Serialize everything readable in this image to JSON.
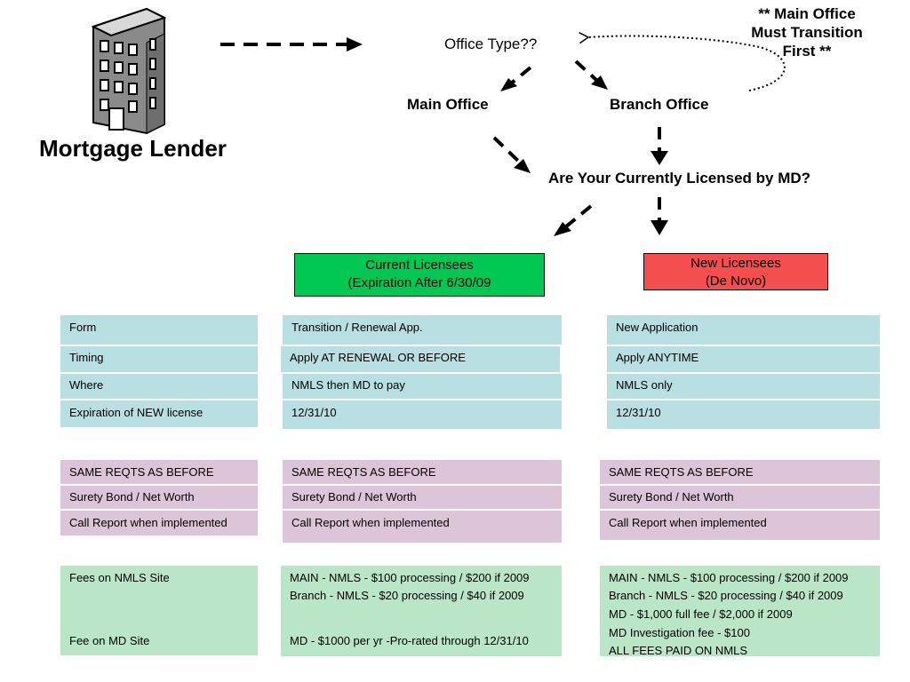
{
  "header": {
    "lender_label": "Mortgage Lender",
    "question_office_type": "Office Type??",
    "main_office": "Main Office",
    "branch_office": "Branch Office",
    "note": [
      "** Main Office",
      "Must Transition",
      "First **"
    ],
    "question_licensed": "Are Your Currently Licensed by MD?",
    "current_licensees": [
      "Current Licensees",
      "(Expiration After 6/30/09"
    ],
    "new_licensees": [
      "New Licensees",
      "(De Novo)"
    ]
  },
  "colors": {
    "current_box": "#00c853",
    "new_box": "#f44e4e",
    "blue_rows": "#b8dfe1",
    "pink_rows": "#dcc5d8",
    "green_rows": "#b9e6c6"
  },
  "icons": [
    "building-icon"
  ],
  "table_blue": {
    "labels": [
      "Form",
      "Timing",
      "Where",
      "Expiration of NEW license"
    ],
    "current": [
      "Transition / Renewal App.",
      "Apply AT RENEWAL OR BEFORE",
      "NMLS then MD to pay",
      "12/31/10"
    ],
    "new": [
      "New Application",
      "Apply ANYTIME",
      "NMLS only",
      "12/31/10"
    ]
  },
  "table_pink": {
    "labels": [
      "SAME REQTS AS BEFORE",
      "Surety Bond  / Net Worth",
      "Call Report when implemented"
    ],
    "current": [
      "SAME REQTS AS BEFORE",
      "Surety Bond  / Net Worth",
      "Call Report when implemented"
    ],
    "new": [
      "SAME REQTS AS BEFORE",
      "Surety Bond  / Net Worth",
      "Call Report when implemented"
    ]
  },
  "table_green": {
    "label_top": "Fees on NMLS Site",
    "label_bottom": "Fee on MD Site",
    "current": [
      "MAIN - NMLS - $100 processing / $200 if 2009",
      "Branch - NMLS - $20 processing / $40 if 2009",
      "MD - $1000 per yr -Pro-rated through 12/31/10"
    ],
    "new": [
      "MAIN - NMLS - $100 processing / $200 if 2009",
      "Branch - NMLS - $20 processing / $40 if 2009",
      "MD - $1,000 full fee / $2,000 if 2009",
      "MD Investigation fee - $100",
      "ALL FEES PAID ON NMLS"
    ]
  }
}
